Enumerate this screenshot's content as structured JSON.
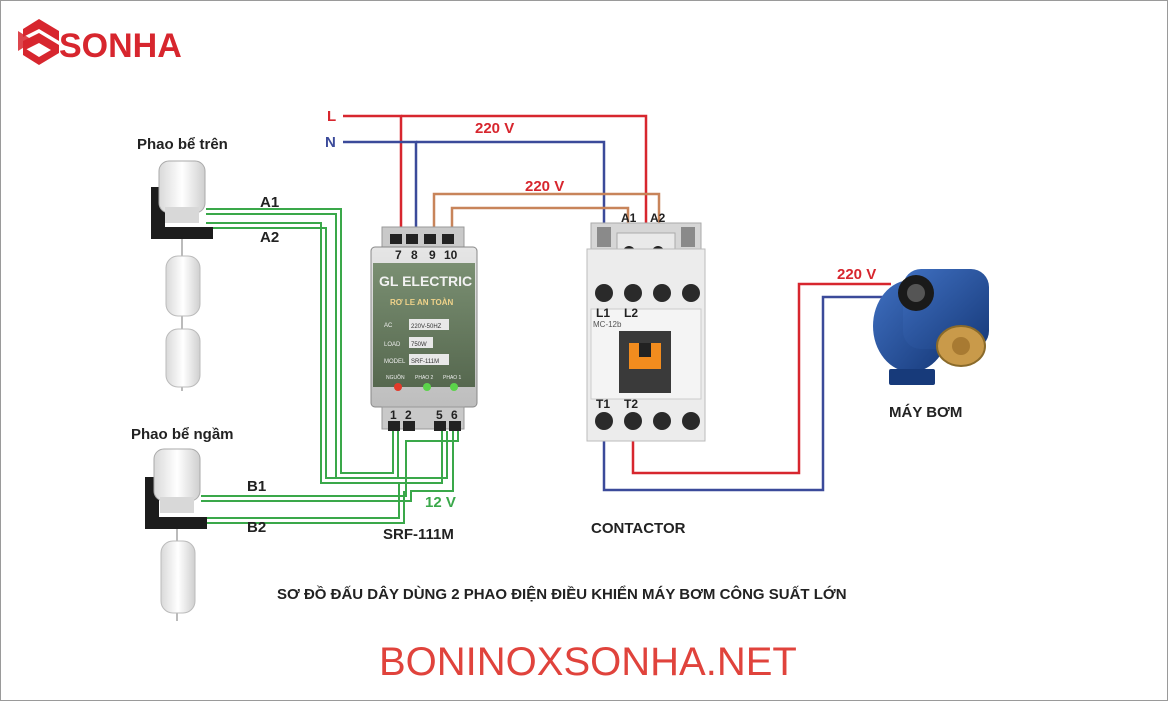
{
  "brand": {
    "logo_text": "SONHA",
    "color": "#d7262e"
  },
  "supply": {
    "line_L": "L",
    "line_N": "N",
    "voltage_main": "220 V",
    "voltage_coil": "220 V",
    "voltage_pump": "220 V",
    "voltage_float": "12 V"
  },
  "float_top": {
    "title": "Phao bể trên",
    "wire1": "A1",
    "wire2": "A2"
  },
  "float_bottom": {
    "title": "Phao bể ngầm",
    "wire1": "B1",
    "wire2": "B2"
  },
  "relay": {
    "brand": "GL ELECTRIC",
    "subtitle": "RƠ LE AN TOÀN",
    "spec_ac_label": "AC",
    "spec_ac_value": "220V-50HZ",
    "spec_load_label": "LOAD",
    "spec_load_value": "750W",
    "spec_model_label": "MODEL",
    "spec_model_value": "SRF-111M",
    "led1": "NGUỒN",
    "led2": "PHAO 2",
    "led3": "PHAO 1",
    "top_terminals": [
      "7",
      "8",
      "9",
      "10"
    ],
    "bottom_terminals": [
      "1",
      "2",
      "5",
      "6"
    ],
    "name": "SRF-111M"
  },
  "contactor": {
    "coil_a1": "A1",
    "coil_a2": "A2",
    "in_l1": "L1",
    "in_l2": "L2",
    "out_t1": "T1",
    "out_t2": "T2",
    "model": "MC-12b",
    "name": "CONTACTOR"
  },
  "pump": {
    "name": "MÁY BƠM"
  },
  "caption": "SƠ ĐỒ ĐẤU DÂY DÙNG 2 PHAO ĐIỆN ĐIỀU KHIỂN MÁY BƠM CÔNG SUẤT LỚN",
  "website": "BONINOXSONHA.NET",
  "colors": {
    "live": "#d7262e",
    "neutral": "#3b4a9a",
    "coil": "#c8845a",
    "float": "#3aa84a"
  }
}
